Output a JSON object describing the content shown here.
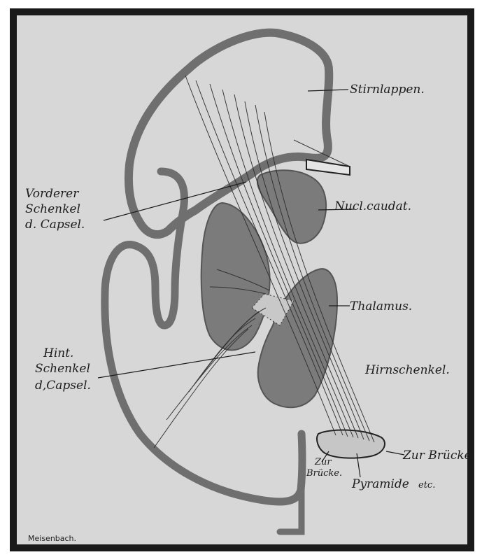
{
  "labels": {
    "stirnlappen": "Stirnlappen.",
    "vorderer_1": "Vorderer",
    "vorderer_2": "Schenkel",
    "vorderer_3": "d. Capsel.",
    "nucl_caudat": "Nucl.caudat.",
    "thalamus": "Thalamus.",
    "hint_1": "Hint.",
    "hint_2": "Schenkel",
    "hint_3": "d,Capsel.",
    "hirnschenkel": "Hirnschenkel.",
    "zur_bruecke_right": "Zur Brücke",
    "zur_bruecke_left_1": "Zur",
    "zur_bruecke_left_2": "Brücke.",
    "pyramide": "Pyramide",
    "etc": "etc.",
    "credit": "Meisenbach."
  },
  "colors": {
    "background": "#d7d7d7",
    "cortex": "#6f6f6f",
    "nucleus": "#7b7b7b",
    "ink": "#1d1d1d"
  }
}
